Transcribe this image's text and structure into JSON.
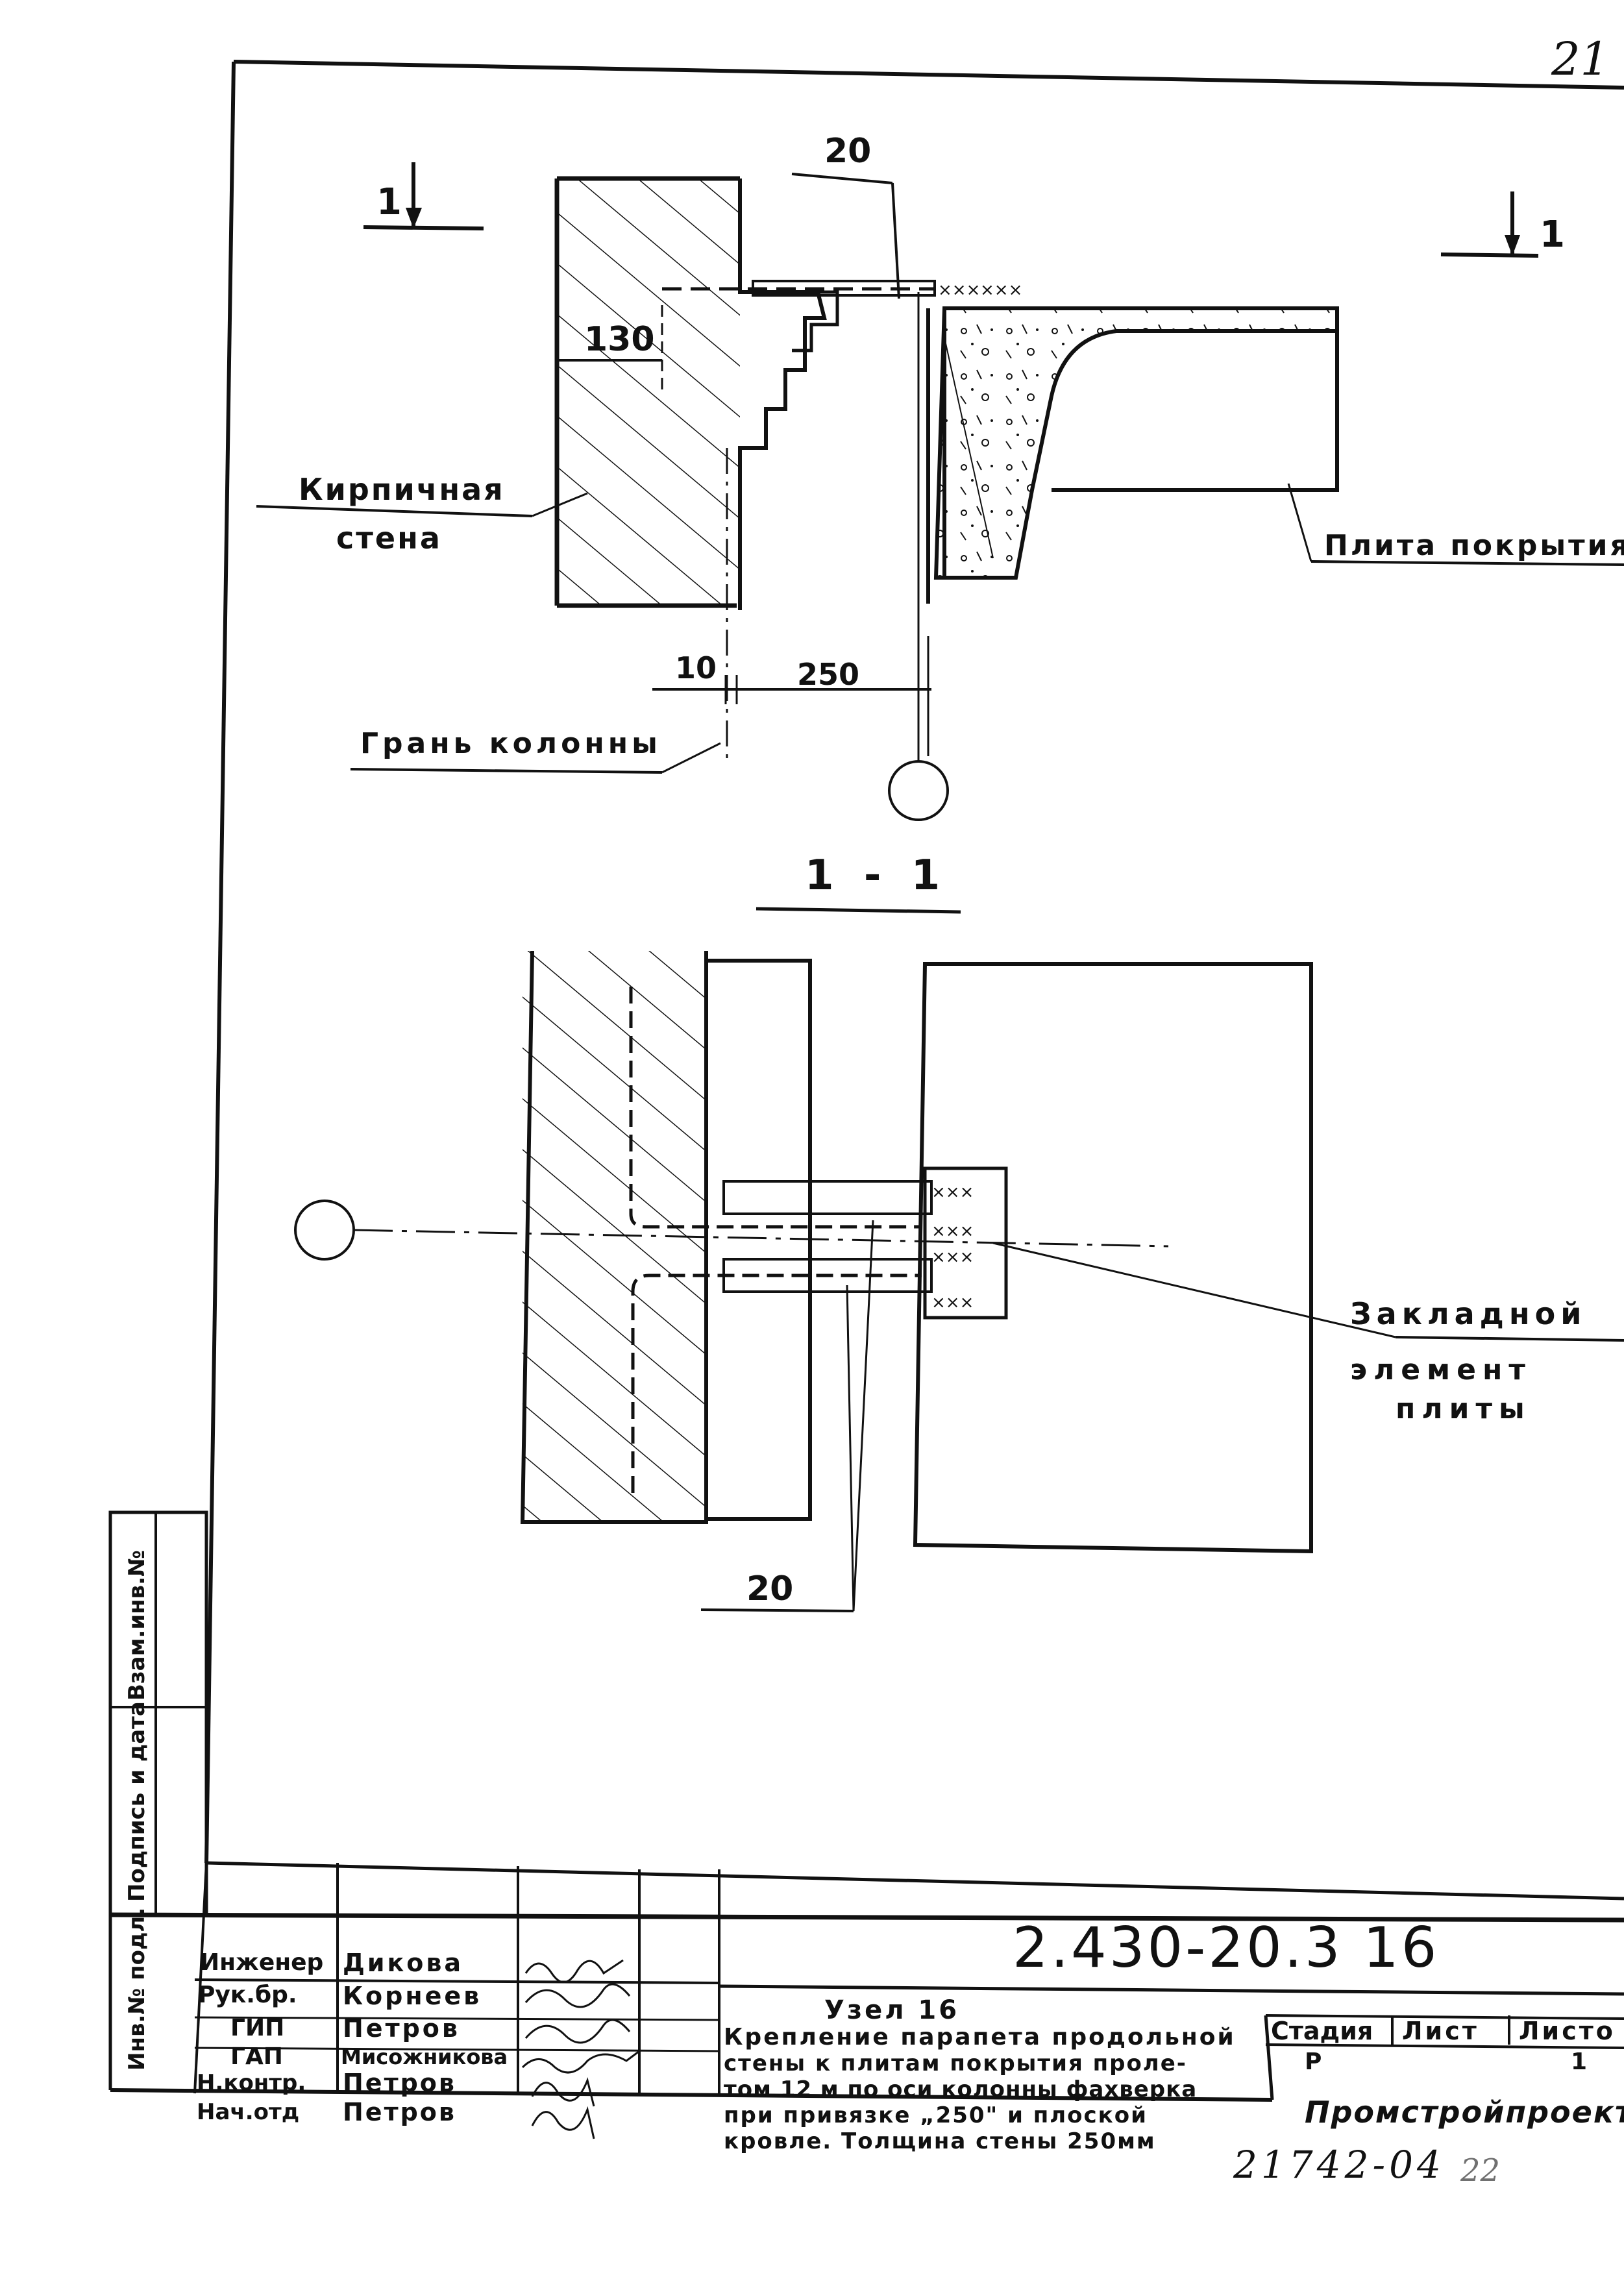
{
  "sheet": {
    "page_number": "21",
    "footer_note": "21742-04",
    "footer_sheet": "22"
  },
  "drawing": {
    "section_mark_label": "1",
    "section_title": "1 - 1",
    "dim_top_20": "20",
    "dim_130": "130",
    "dim_10": "10",
    "dim_250": "250",
    "dim_bottom_20": "20",
    "label_brick_wall_1": "Кирпичная",
    "label_brick_wall_2": "стена",
    "label_slab": "Плита покрытия",
    "label_column_face": "Грань колонны",
    "label_embed_1": "Закладной",
    "label_embed_2": "элемент",
    "label_embed_3": "плиты"
  },
  "stamp": {
    "side_labels": [
      "Инв.№ подл.",
      "Подпись и дата",
      "Взам.инв.№"
    ],
    "doc_code": "2.430-20.3 16",
    "node_title": "Узел 16",
    "description": [
      "Крепление парапета продольной",
      "стены к плитам покрытия проле-",
      "том 12 м по оси колонны фахверка",
      "при привязке „250\" и плоской",
      "кровле. Толщина стены 250мм"
    ],
    "stage_header": "Стадия",
    "sheet_header": "Лист",
    "sheets_header": "Листо",
    "stage_value": "Р",
    "sheet_value": "",
    "sheets_value": "1",
    "organization": "Промстройпроект",
    "personnel": [
      {
        "role": "Инженер",
        "name": "Дикова"
      },
      {
        "role": "Рук.бр.",
        "name": "Корнеев"
      },
      {
        "role": "ГИП",
        "name": "Петров"
      },
      {
        "role": "ГАП",
        "name": "Мисожникова"
      },
      {
        "role": "Н.контр.",
        "name": "Петров"
      },
      {
        "role": "Нач.отд",
        "name": "Петров"
      }
    ]
  }
}
